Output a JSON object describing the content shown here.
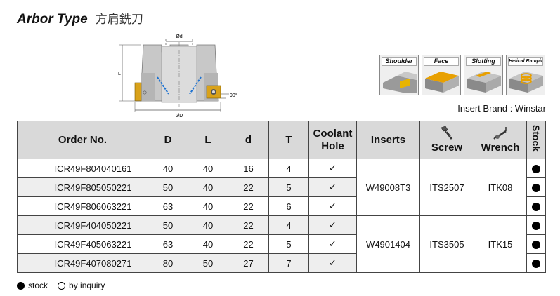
{
  "title": {
    "en": "Arbor Type",
    "zh": "方肩銑刀"
  },
  "drawing": {
    "d_label": "Ød",
    "D_label": "ØD",
    "L_label": "L",
    "angle_label": "90°"
  },
  "operations": [
    {
      "label": "Shoulder"
    },
    {
      "label": "Face"
    },
    {
      "label": "Slotting"
    },
    {
      "label": "Helical Ramping"
    }
  ],
  "brand": "Insert Brand : Winstar",
  "table": {
    "headers": {
      "order": "Order No.",
      "D": "D",
      "L": "L",
      "d": "d",
      "T": "T",
      "coolant_1": "Coolant",
      "coolant_2": "Hole",
      "inserts": "Inserts",
      "screw": "Screw",
      "wrench": "Wrench",
      "stock": "Stock"
    },
    "check": "✓",
    "rows": [
      {
        "order": "ICR49F804040161",
        "D": "40",
        "L": "40",
        "d": "16",
        "T": "4"
      },
      {
        "order": "ICR49F805050221",
        "D": "50",
        "L": "40",
        "d": "22",
        "T": "5"
      },
      {
        "order": "ICR49F806063221",
        "D": "63",
        "L": "40",
        "d": "22",
        "T": "6"
      },
      {
        "order": "ICR49F404050221",
        "D": "50",
        "L": "40",
        "d": "22",
        "T": "4"
      },
      {
        "order": "ICR49F405063221",
        "D": "63",
        "L": "40",
        "d": "22",
        "T": "5"
      },
      {
        "order": "ICR49F407080271",
        "D": "80",
        "L": "50",
        "d": "27",
        "T": "7"
      }
    ],
    "groups": [
      {
        "insert": "W49008T3",
        "screw": "ITS2507",
        "wrench": "ITK08"
      },
      {
        "insert": "W4901404",
        "screw": "ITS3505",
        "wrench": "ITK15"
      }
    ]
  },
  "legend": {
    "stock": "stock",
    "inquiry": "by inquiry"
  },
  "colors": {
    "header_bg": "#d9d9d9",
    "row_shade": "#eeeeee",
    "insert_gold": "#d9a21a",
    "coolant_blue": "#1e73d2"
  }
}
